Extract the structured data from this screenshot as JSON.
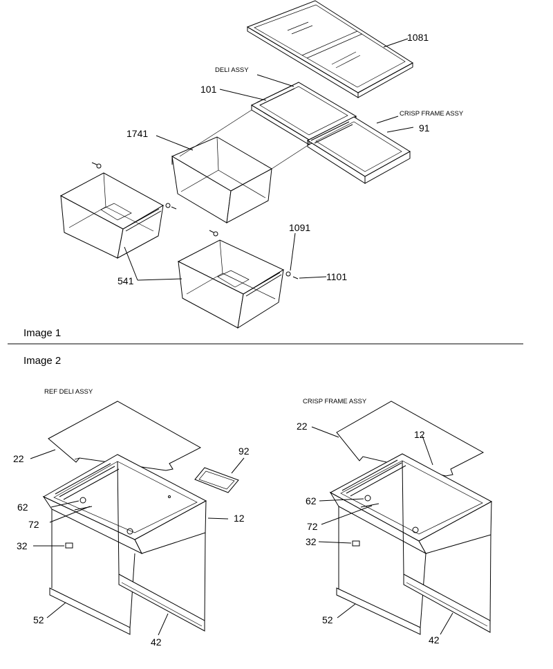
{
  "sections": {
    "image1": "Image 1",
    "image2": "Image 2"
  },
  "image1": {
    "deli_assy": "DELI ASSY",
    "crisp_frame_assy": "CRISP FRAME ASSY",
    "callouts": {
      "c1081": "1081",
      "c101": "101",
      "c91": "91",
      "c1741": "1741",
      "c1091": "1091",
      "c1101": "1101",
      "c541": "541"
    }
  },
  "image2": {
    "ref_deli_assy": "REF DELI ASSY",
    "crisp_frame_assy": "CRISP FRAME ASSY",
    "left_callouts": {
      "c22": "22",
      "c92": "92",
      "c62": "62",
      "c72": "72",
      "c12": "12",
      "c32": "32",
      "c52": "52",
      "c42": "42"
    },
    "right_callouts": {
      "c22": "22",
      "c12": "12",
      "c62": "62",
      "c72": "72",
      "c32": "32",
      "c52": "52",
      "c42": "42"
    }
  }
}
